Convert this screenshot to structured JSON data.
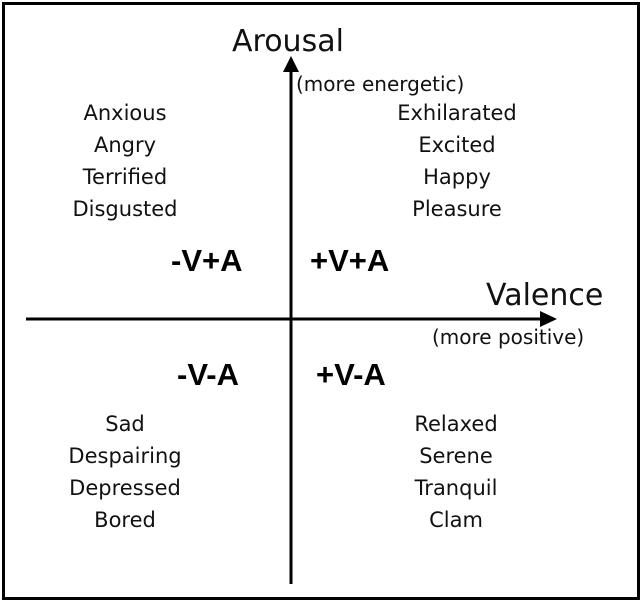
{
  "diagram": {
    "type": "valence-arousal quadrant",
    "axes": {
      "y": {
        "title": "Arousal",
        "subtitle": "(more energetic)"
      },
      "x": {
        "title": "Valence",
        "subtitle": "(more positive)"
      }
    },
    "quadrants": {
      "top_left": {
        "label": "-V+A",
        "words": [
          "Anxious",
          "Angry",
          "Terrified",
          "Disgusted"
        ]
      },
      "top_right": {
        "label": "+V+A",
        "words": [
          "Exhilarated",
          "Excited",
          "Happy",
          "Pleasure"
        ]
      },
      "bottom_left": {
        "label": "-V-A",
        "words": [
          "Sad",
          "Despairing",
          "Depressed",
          "Bored"
        ]
      },
      "bottom_right": {
        "label": "+V-A",
        "words": [
          "Relaxed",
          "Serene",
          "Tranquil",
          "Clam"
        ]
      }
    },
    "colors": {
      "line": "#000000",
      "text": "#111111",
      "background": "#ffffff"
    }
  }
}
